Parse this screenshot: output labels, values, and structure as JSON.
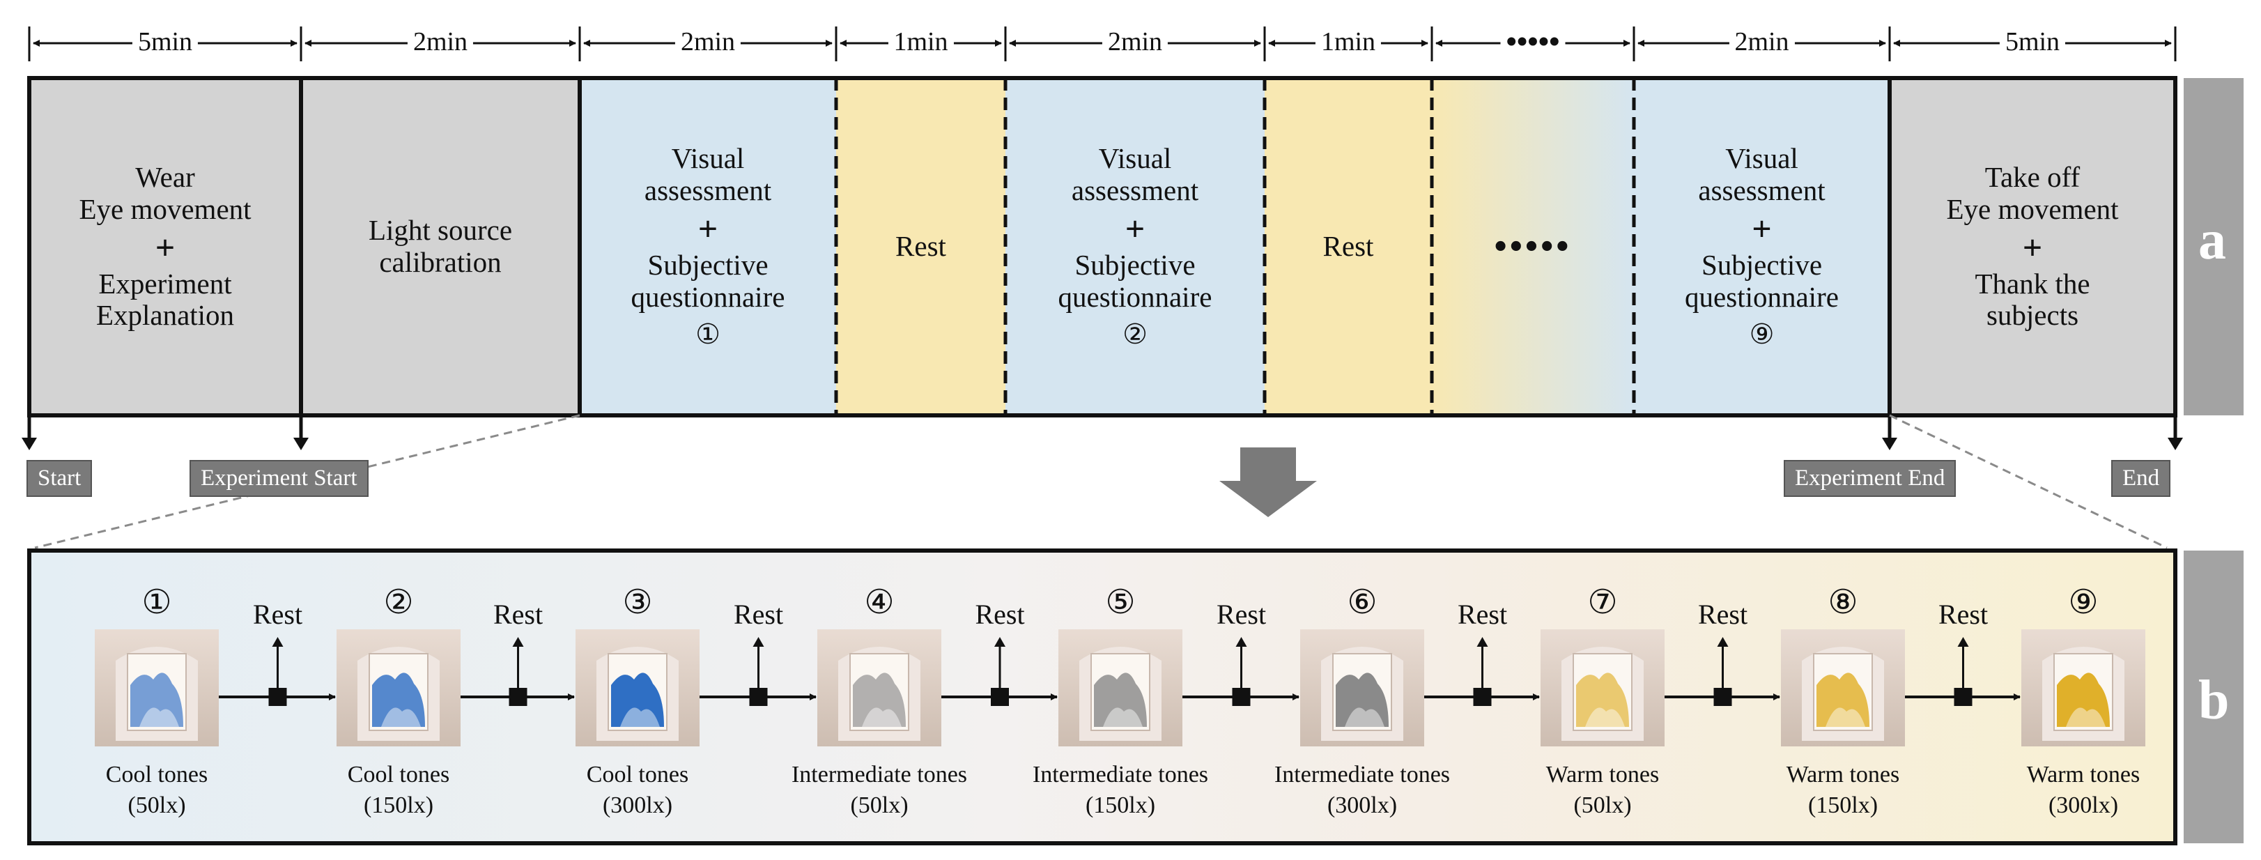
{
  "durations": [
    "5min",
    "2min",
    "2min",
    "1min",
    "2min",
    "1min",
    "•••••",
    "2min",
    "5min"
  ],
  "phases": [
    {
      "lines": [
        "Wear",
        "Eye movement"
      ],
      "plus": "+",
      "lines2": [
        "Experiment",
        "Explanation"
      ],
      "num": ""
    },
    {
      "lines": [
        "Light source",
        "calibration"
      ],
      "plus": "",
      "lines2": [],
      "num": ""
    },
    {
      "lines": [
        "Visual",
        "assessment"
      ],
      "plus": "+",
      "lines2": [
        "Subjective",
        "questionnaire"
      ],
      "num": "①"
    },
    {
      "lines": [
        "Rest"
      ],
      "plus": "",
      "lines2": [],
      "num": ""
    },
    {
      "lines": [
        "Visual",
        "assessment"
      ],
      "plus": "+",
      "lines2": [
        "Subjective",
        "questionnaire"
      ],
      "num": "②"
    },
    {
      "lines": [
        "Rest"
      ],
      "plus": "",
      "lines2": [],
      "num": ""
    },
    {
      "lines": [
        "•••••"
      ],
      "plus": "",
      "lines2": [],
      "num": ""
    },
    {
      "lines": [
        "Visual",
        "assessment"
      ],
      "plus": "+",
      "lines2": [
        "Subjective",
        "questionnaire"
      ],
      "num": "⑨"
    },
    {
      "lines": [
        "Take off",
        "Eye movement"
      ],
      "plus": "+",
      "lines2": [
        "Thank the",
        "subjects"
      ],
      "num": ""
    }
  ],
  "markers": {
    "start": "Start",
    "experiment_start": "Experiment Start",
    "experiment_end": "Experiment End",
    "end": "End"
  },
  "panel_labels": {
    "a": "a",
    "b": "b"
  },
  "rest_label": "Rest",
  "stimuli": [
    {
      "num": "①",
      "label1": "Cool tones",
      "label2": "(50lx)",
      "tone": "cool"
    },
    {
      "num": "②",
      "label1": "Cool tones",
      "label2": "(150lx)",
      "tone": "cool"
    },
    {
      "num": "③",
      "label1": "Cool tones",
      "label2": "(300lx)",
      "tone": "cool"
    },
    {
      "num": "④",
      "label1": "Intermediate tones",
      "label2": "(50lx)",
      "tone": "gray"
    },
    {
      "num": "⑤",
      "label1": "Intermediate tones",
      "label2": "(150lx)",
      "tone": "gray"
    },
    {
      "num": "⑥",
      "label1": "Intermediate tones",
      "label2": "(300lx)",
      "tone": "gray"
    },
    {
      "num": "⑦",
      "label1": "Warm tones",
      "label2": "(50lx)",
      "tone": "warm"
    },
    {
      "num": "⑧",
      "label1": "Warm tones",
      "label2": "(150lx)",
      "tone": "warm"
    },
    {
      "num": "⑨",
      "label1": "Warm tones",
      "label2": "(300lx)",
      "tone": "warm"
    }
  ],
  "colors": {
    "gray_phase": "#d3d3d3",
    "blue_phase": "#d5e5f0",
    "rest_phase": "#f8e8b2",
    "side_bar": "#a3a3a3",
    "marker": "#7a7a7a",
    "arrow": "#7a7a7a",
    "cool": "#2f6fc4",
    "gray": "#8a8a8a",
    "warm": "#e0b02a"
  }
}
